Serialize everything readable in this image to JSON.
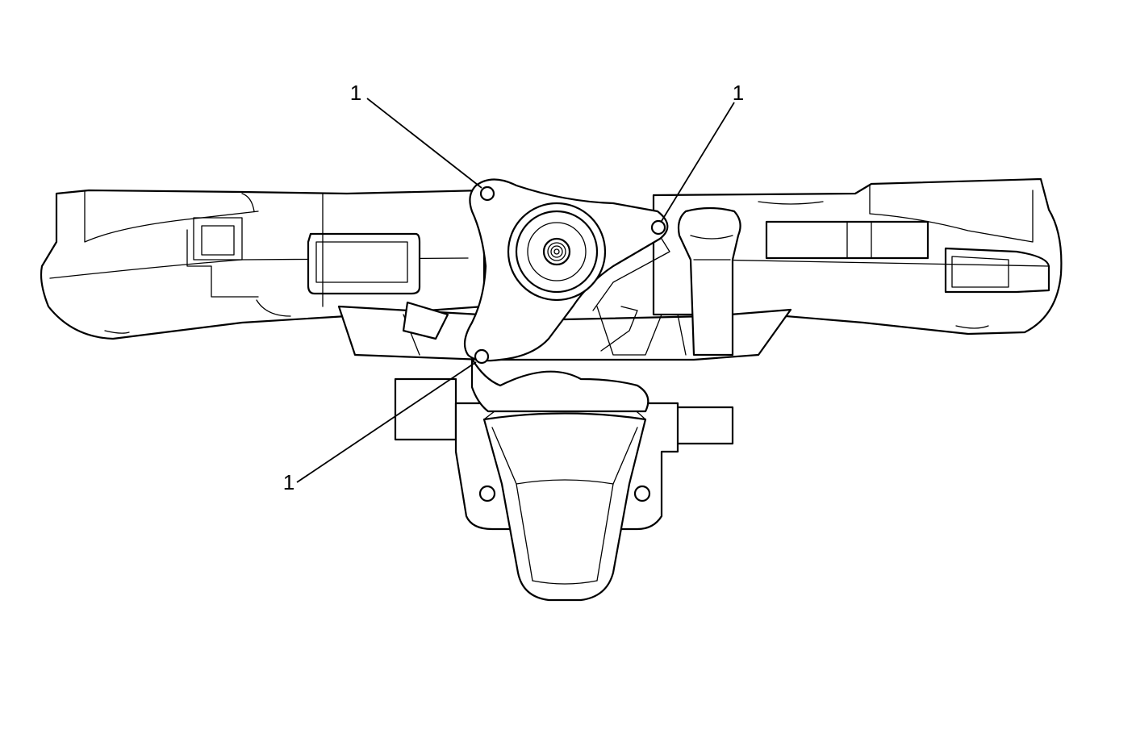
{
  "diagram": {
    "subject": "steering-column-lower-view",
    "callouts": [
      {
        "id": "c1",
        "label": "1",
        "target": "upper-left-bolt-hole"
      },
      {
        "id": "c2",
        "label": "1",
        "target": "right-bolt-hole"
      },
      {
        "id": "c3",
        "label": "1",
        "target": "lower-bolt-hole"
      }
    ],
    "colors": {
      "line": "#000000",
      "background": "#ffffff"
    }
  }
}
